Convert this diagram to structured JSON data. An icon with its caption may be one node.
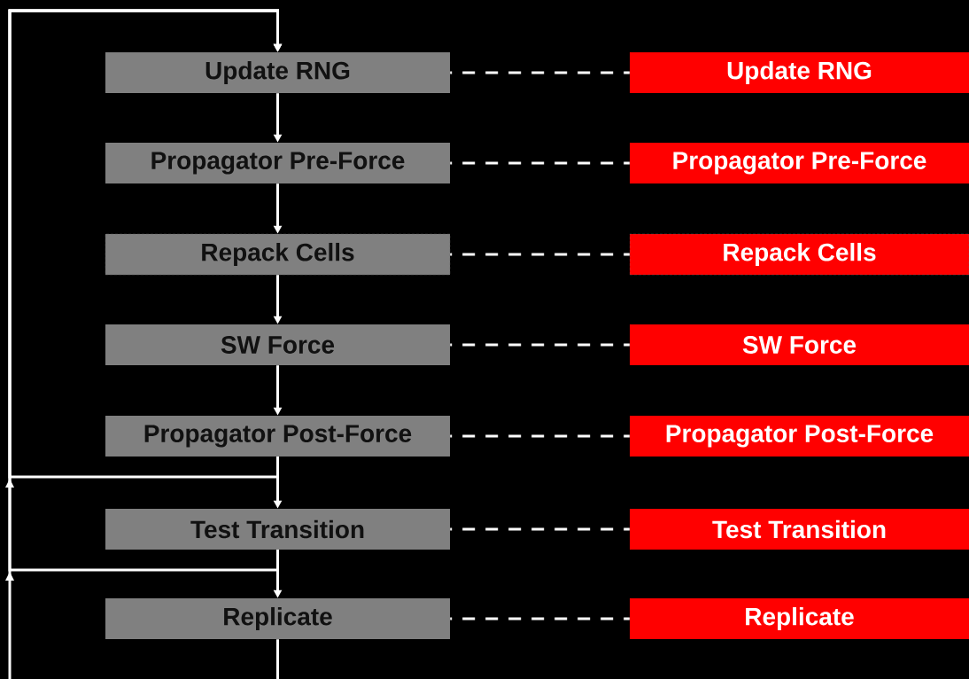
{
  "diagram": {
    "nodes": [
      {
        "text": [
          "Update RNG"
        ]
      },
      {
        "text": [
          "Propagator Pre-Force"
        ]
      },
      {
        "text": [
          "Repack Cells"
        ]
      },
      {
        "text": [
          "SW Force"
        ]
      },
      {
        "text": [
          "Propagator Post-Force"
        ]
      },
      {
        "text": [
          "Test Transition"
        ]
      },
      {
        "text": [
          "Replicate"
        ]
      },
      {
        "text": [
          "Update RNG"
        ]
      },
      {
        "text": [
          "Propagator Pre-Force"
        ]
      },
      {
        "text": [
          "Repack Cells"
        ]
      },
      {
        "text": [
          "SW Force"
        ]
      },
      {
        "text": [
          "Propagator Post-Force"
        ]
      },
      {
        "text": [
          "Test Transition"
        ]
      },
      {
        "text": [
          "Replicate"
        ]
      }
    ],
    "edges": [
      {
        "from": 0,
        "to": 1,
        "arrow": "to"
      },
      {
        "from": 1,
        "to": 2,
        "arrow": "to"
      },
      {
        "from": 2,
        "to": 3,
        "arrow": "to"
      },
      {
        "from": 3,
        "to": 4,
        "arrow": "to"
      },
      {
        "from": 4,
        "to": 5,
        "arrow": "to"
      },
      {
        "from": 5,
        "to": 6,
        "arrow": "to"
      },
      {
        "from": 4,
        "to": 0,
        "arrow": "to"
      },
      {
        "from": 5,
        "to": 0,
        "arrow": "to"
      },
      {
        "from": 6,
        "to": 0,
        "arrow": "to"
      },
      {
        "from": 0,
        "to": 7,
        "arrow": "none",
        "style": "dashed"
      },
      {
        "from": 1,
        "to": 8,
        "arrow": "none",
        "style": "dashed"
      },
      {
        "from": 2,
        "to": 9,
        "arrow": "none",
        "style": "dashed"
      },
      {
        "from": 3,
        "to": 10,
        "arrow": "none",
        "style": "dashed"
      },
      {
        "from": 4,
        "to": 11,
        "arrow": "none",
        "style": "dashed"
      },
      {
        "from": 5,
        "to": 12,
        "arrow": "none",
        "style": "dashed"
      },
      {
        "from": 6,
        "to": 13,
        "arrow": "none",
        "style": "dashed"
      }
    ]
  }
}
